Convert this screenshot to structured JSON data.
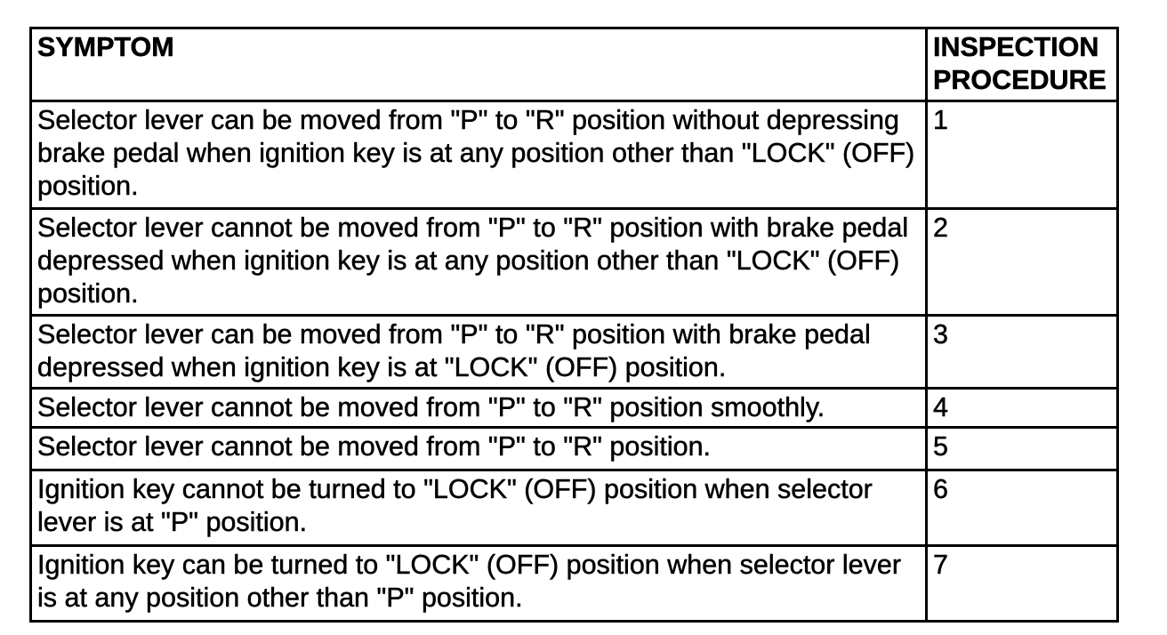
{
  "table": {
    "columns": [
      {
        "label": "SYMPTOM"
      },
      {
        "label": "INSPECTION PROCEDURE"
      }
    ],
    "rows": [
      {
        "symptom": "Selector lever can be moved from \"P\" to \"R\" position without depressing brake pedal when ignition key is at any position other than \"LOCK\" (OFF) position.",
        "procedure": "1"
      },
      {
        "symptom": "Selector lever cannot be moved from \"P\" to \"R\" position with brake pedal depressed when ignition key is at any position other than \"LOCK\" (OFF) position.",
        "procedure": "2"
      },
      {
        "symptom": "Selector lever can be moved from \"P\" to \"R\" position with brake pedal depressed when ignition key is at \"LOCK\" (OFF) position.",
        "procedure": "3"
      },
      {
        "symptom": "Selector lever cannot be moved from \"P\" to \"R\" position smoothly.",
        "procedure": "4"
      },
      {
        "symptom": "Selector lever cannot be moved from \"P\" to \"R\" position.",
        "procedure": "5"
      },
      {
        "symptom": "Ignition key cannot be turned to \"LOCK\" (OFF) position when selector lever is at \"P\" position.",
        "procedure": "6"
      },
      {
        "symptom": "Ignition key can be turned to \"LOCK\" (OFF) position when selector lever is at any position other than \"P\" position.",
        "procedure": "7"
      }
    ]
  },
  "colors": {
    "border": "#000000",
    "text": "#000000",
    "background": "#ffffff"
  }
}
